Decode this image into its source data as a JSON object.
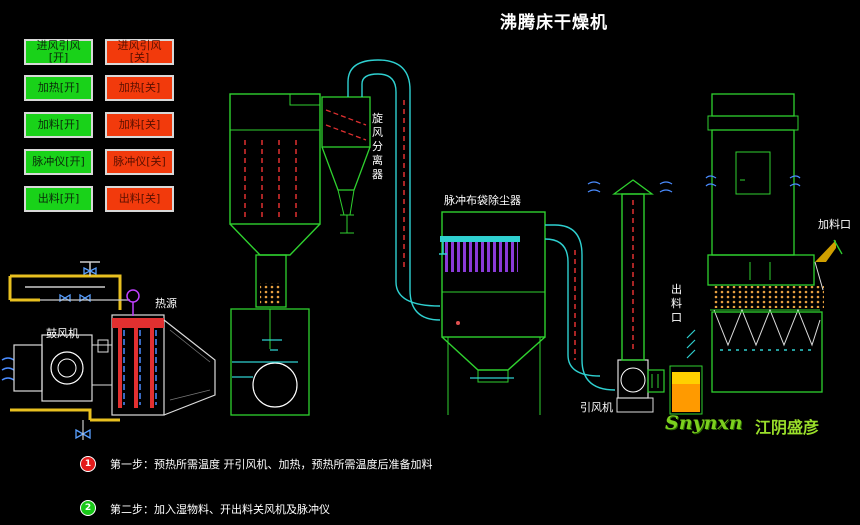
{
  "title": "沸腾床干燥机",
  "controls": [
    {
      "on": "进风引风\n[开]",
      "off": "进风引风\n[关]"
    },
    {
      "on": "加热[开]",
      "off": "加热[关]"
    },
    {
      "on": "加料[开]",
      "off": "加料[关]"
    },
    {
      "on": "脉冲仪[开]",
      "off": "脉冲仪[关]"
    },
    {
      "on": "出料[开]",
      "off": "出料[关]"
    }
  ],
  "labels": {
    "cyclone": "旋风分离器",
    "dust_collector": "脉冲布袋除尘器",
    "feed_inlet": "加料口",
    "discharge": "出料口",
    "heat_source": "热源",
    "blower": "鼓风机",
    "induced_fan": "引风机"
  },
  "steps": [
    {
      "num": "1",
      "color": "#e31b1b",
      "text": "第一步：预热所需温度    开引风机、加热，预热所需温度后准备加料"
    },
    {
      "num": "2",
      "color": "#19c819",
      "text": "第二步：加入湿物料、开出料关风机及脉冲仪"
    }
  ],
  "logo": {
    "en": "Snynxn",
    "cn": "江阴盛彦"
  },
  "colors": {
    "on": "#19d219",
    "off": "#f23a0c",
    "line": "#ffffff",
    "equip": "#2fd12f",
    "pipe_dash": "#e03030"
  }
}
